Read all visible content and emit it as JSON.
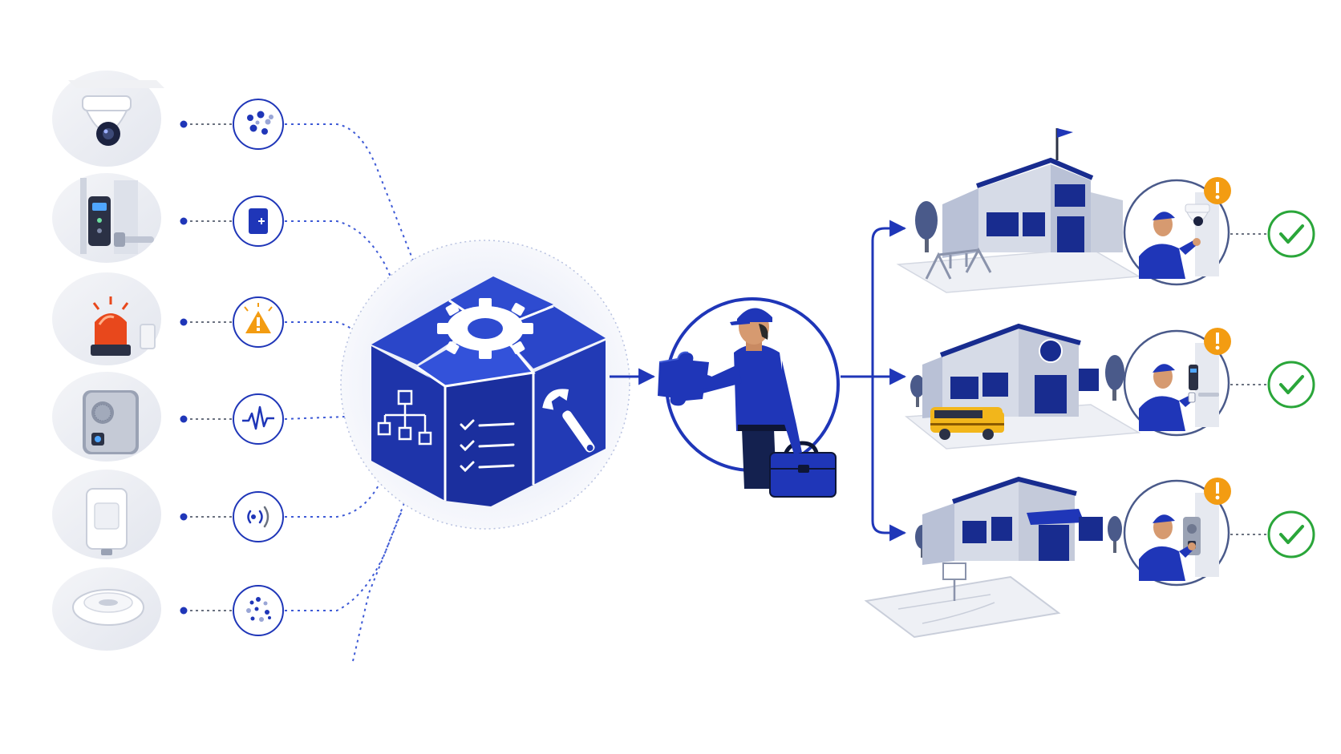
{
  "colors": {
    "brand": "#1f36b8",
    "brand_dark": "#182c8f",
    "brand_light": "#3f5bd6",
    "success": "#2aa63a",
    "warning": "#f39c12",
    "alarm": "#e8481c",
    "line_gray": "#6b7280",
    "building": "#b9c1d6"
  },
  "devices": [
    {
      "name": "security-camera",
      "icon": "camera-dome-icon",
      "badge_icon": "dots-cluster-icon"
    },
    {
      "name": "door-access-reader",
      "icon": "door-lock-icon",
      "badge_icon": "access-card-icon"
    },
    {
      "name": "alarm-beacon",
      "icon": "alarm-siren-icon",
      "badge_icon": "warning-triangle-icon"
    },
    {
      "name": "intercom",
      "icon": "intercom-speaker-icon",
      "badge_icon": "waveform-icon"
    },
    {
      "name": "motion-sensor",
      "icon": "motion-sensor-icon",
      "badge_icon": "radio-signal-icon"
    },
    {
      "name": "smoke-detector",
      "icon": "smoke-detector-icon",
      "badge_icon": "particles-icon"
    }
  ],
  "platform": {
    "faces": [
      "gear-icon",
      "hierarchy-icon",
      "checklist-icon",
      "wrench-icon"
    ]
  },
  "technician": {
    "holding": "puzzle-piece-icon",
    "carrying": "toolbox-icon"
  },
  "sites": [
    {
      "name": "school-with-playground",
      "feature": "swing-set",
      "service_icon": "camera-dome-icon",
      "alert": "exclamation-icon",
      "status": "check-icon"
    },
    {
      "name": "school-with-bus",
      "feature": "school-bus",
      "service_icon": "door-lock-icon",
      "alert": "exclamation-icon",
      "status": "check-icon"
    },
    {
      "name": "school-with-court",
      "feature": "basketball-court",
      "service_icon": "intercom-speaker-icon",
      "alert": "exclamation-icon",
      "status": "check-icon"
    }
  ]
}
